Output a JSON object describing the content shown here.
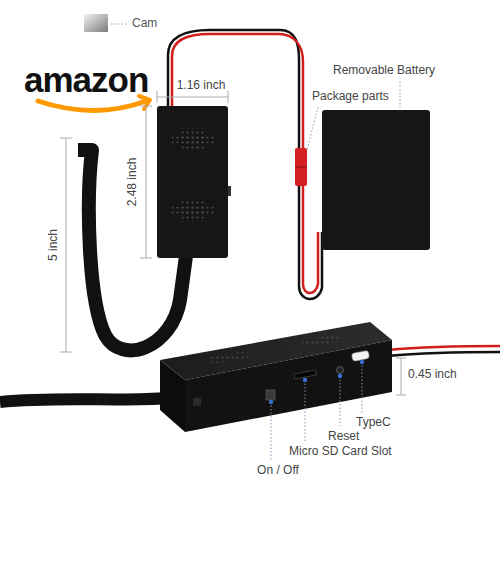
{
  "diagram": {
    "labels": [
      "Cam",
      "amazon",
      "1.16 inch",
      "Removable Battery",
      "Package parts",
      "2.48 inch",
      "5 inch",
      "0.45 inch",
      "TypeC",
      "Reset",
      "Micro SD Card Slot",
      "On / Off"
    ]
  }
}
